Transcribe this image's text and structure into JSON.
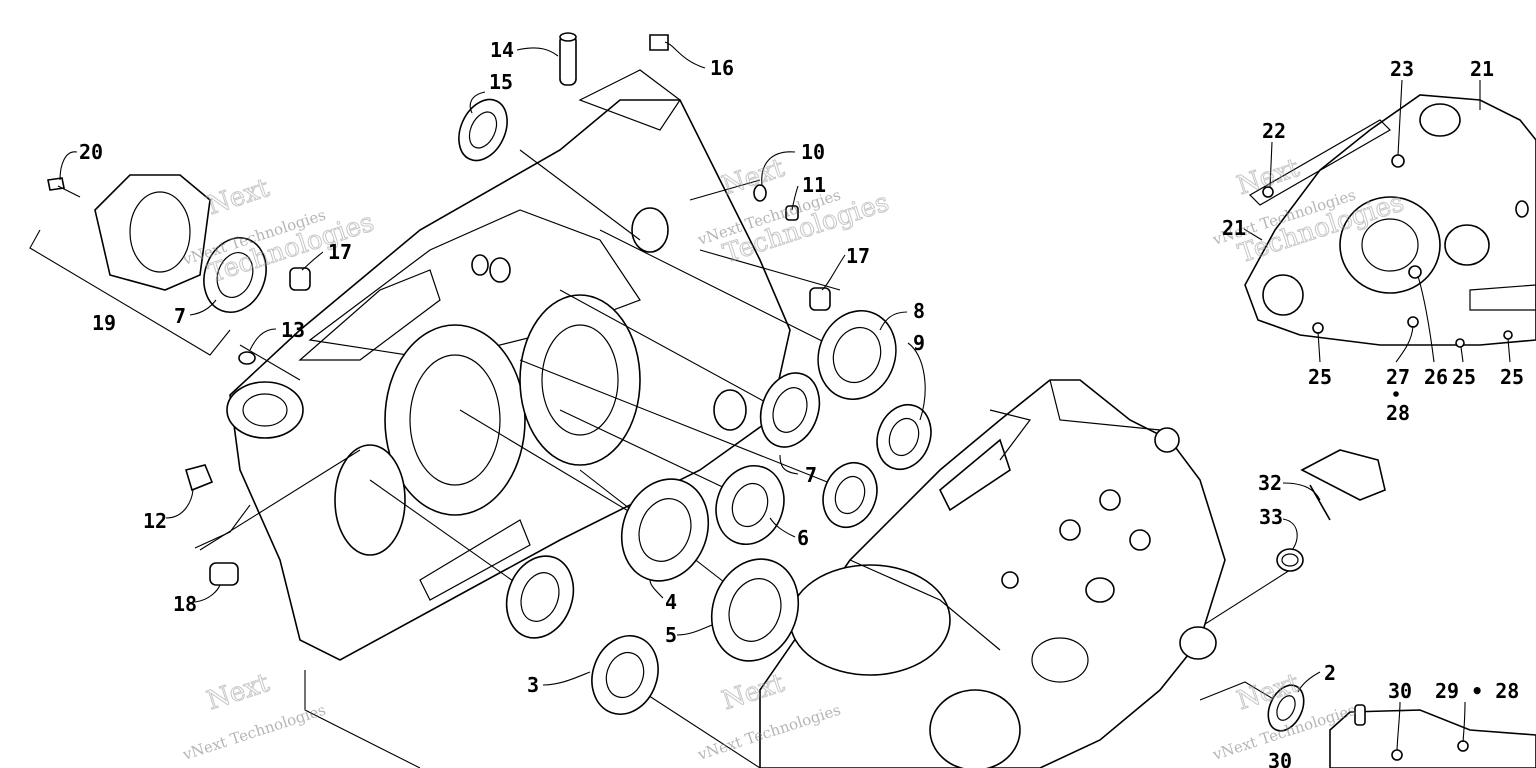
{
  "diagram": {
    "watermark": {
      "line": "vNext Technologies",
      "word_next": "Next",
      "word_tech": "Technologies"
    },
    "colors": {
      "ink": "#000000",
      "paper": "#ffffff",
      "watermark": "#7a7a7a"
    },
    "callouts": [
      {
        "id": "c14",
        "label": "14"
      },
      {
        "id": "c15",
        "label": "15"
      },
      {
        "id": "c16",
        "label": "16"
      },
      {
        "id": "c20",
        "label": "20"
      },
      {
        "id": "c10",
        "label": "10"
      },
      {
        "id": "c11",
        "label": "11"
      },
      {
        "id": "c17a",
        "label": "17"
      },
      {
        "id": "c17b",
        "label": "17"
      },
      {
        "id": "c19",
        "label": "19"
      },
      {
        "id": "c7a",
        "label": "7"
      },
      {
        "id": "c13",
        "label": "13"
      },
      {
        "id": "c8",
        "label": "8"
      },
      {
        "id": "c9",
        "label": "9"
      },
      {
        "id": "c7b",
        "label": "7"
      },
      {
        "id": "c12",
        "label": "12"
      },
      {
        "id": "c6",
        "label": "6"
      },
      {
        "id": "c18",
        "label": "18"
      },
      {
        "id": "c4",
        "label": "4"
      },
      {
        "id": "c5",
        "label": "5"
      },
      {
        "id": "c3",
        "label": "3"
      },
      {
        "id": "c32",
        "label": "32"
      },
      {
        "id": "c33",
        "label": "33"
      },
      {
        "id": "c2",
        "label": "2"
      },
      {
        "id": "c30a",
        "label": "30"
      },
      {
        "id": "c30b",
        "label": "30"
      },
      {
        "id": "c2928",
        "label": "29 • 28"
      },
      {
        "id": "c23",
        "label": "23"
      },
      {
        "id": "c21a",
        "label": "21"
      },
      {
        "id": "c21b",
        "label": "21"
      },
      {
        "id": "c22",
        "label": "22"
      },
      {
        "id": "c25a",
        "label": "25"
      },
      {
        "id": "c27",
        "label": "27"
      },
      {
        "id": "c26",
        "label": "26"
      },
      {
        "id": "c25b",
        "label": "25"
      },
      {
        "id": "c25c",
        "label": "25"
      },
      {
        "id": "c28",
        "label": "28"
      }
    ]
  }
}
